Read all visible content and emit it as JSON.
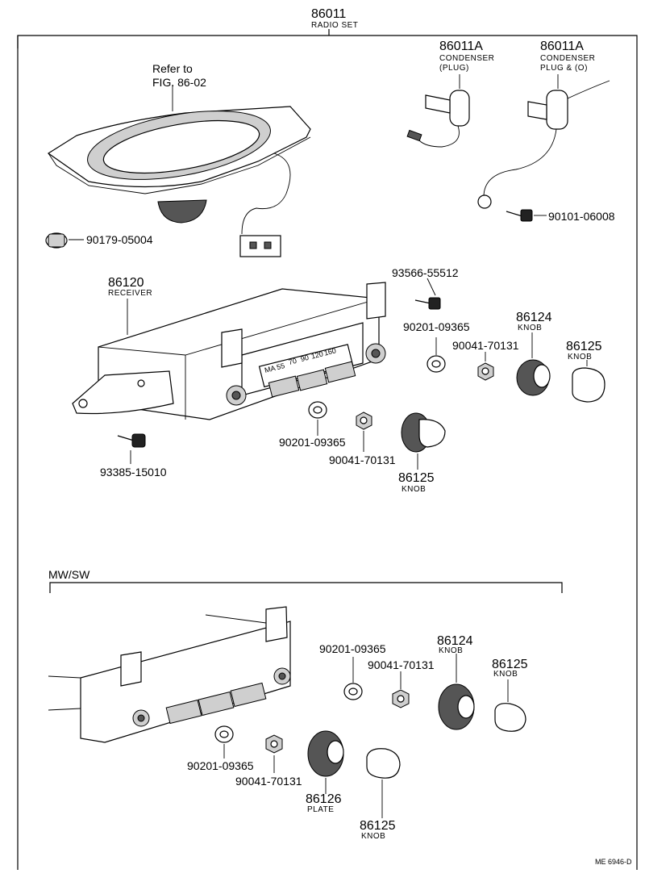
{
  "header": {
    "part_no": "86011",
    "title": "RADIO SET"
  },
  "speaker": {
    "ref_line1": "Refer to",
    "ref_line2": "FIG. 86-02"
  },
  "condenser_plug": {
    "part_no": "86011A",
    "name": "CONDENSER",
    "variant": "(PLUG)"
  },
  "condenser_plug_o": {
    "part_no": "86011A",
    "name": "CONDENSER",
    "variant": "PLUG & (O)"
  },
  "parts": {
    "nut_90179": "90179-05004",
    "screw_90101": "90101-06008",
    "receiver_no": "86120",
    "receiver_name": "RECEIVER",
    "screw_93566": "93566-55512",
    "washer_upper": "90201-09365",
    "nut_upper": "90041-70131",
    "knob_86124_no": "86124",
    "knob_86124_name": "KNOB",
    "knob_86125_upper_no": "86125",
    "knob_86125_upper_name": "KNOB",
    "washer_lower": "90201-09365",
    "nut_lower": "90041-70131",
    "knob_86125_mid_no": "86125",
    "knob_86125_mid_name": "KNOB",
    "screw_93385": "93385-15010"
  },
  "mwsw": {
    "heading": "MW/SW",
    "washer_upper": "90201-09365",
    "nut_upper": "90041-70131",
    "knob_86124_no": "86124",
    "knob_86124_name": "KNOB",
    "knob_86125_right_no": "86125",
    "knob_86125_right_name": "KNOB",
    "washer_lower": "90201-09365",
    "nut_lower": "90041-70131",
    "plate_no": "86126",
    "plate_name": "PLATE",
    "knob_86125_bottom_no": "86125",
    "knob_86125_bottom_name": "KNOB"
  },
  "footer": {
    "ref_code": "ME 6946-D"
  },
  "dial": {
    "scale": [
      "MA 55",
      "70",
      "90",
      "120",
      "160"
    ]
  }
}
